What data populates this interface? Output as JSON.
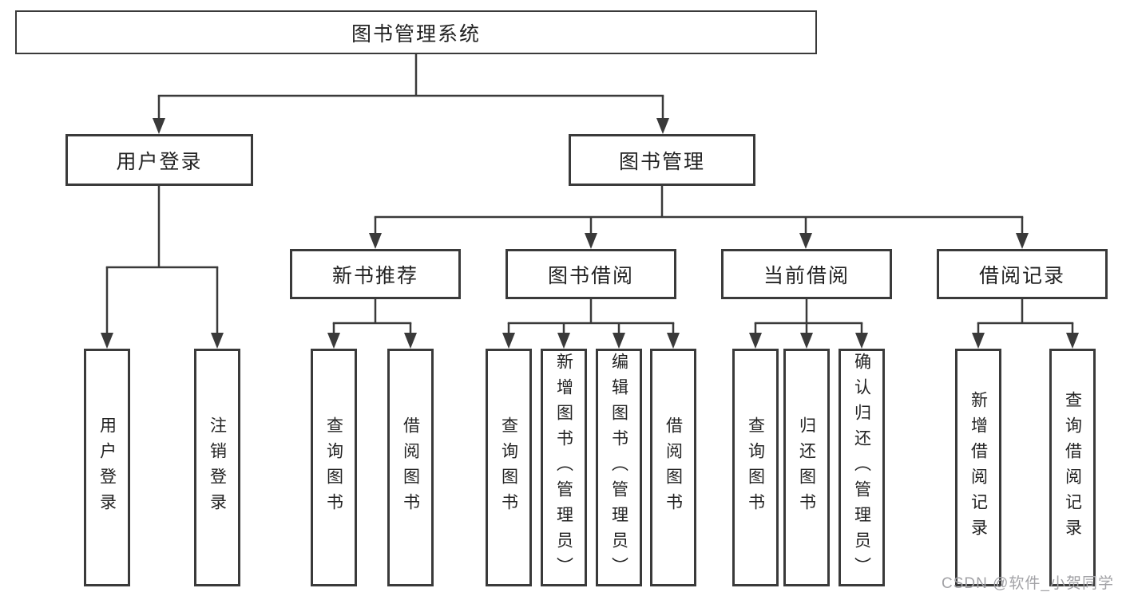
{
  "tree": {
    "label": "图书管理系统",
    "children": [
      {
        "label": "用户登录",
        "children": [
          {
            "label": "用户登录"
          },
          {
            "label": "注销登录"
          }
        ]
      },
      {
        "label": "图书管理",
        "children": [
          {
            "label": "新书推荐",
            "children": [
              {
                "label": "查询图书"
              },
              {
                "label": "借阅图书"
              }
            ]
          },
          {
            "label": "图书借阅",
            "children": [
              {
                "label": "查询图书"
              },
              {
                "label": "新增图书（管理员）"
              },
              {
                "label": "编辑图书（管理员）"
              },
              {
                "label": "借阅图书"
              }
            ]
          },
          {
            "label": "当前借阅",
            "children": [
              {
                "label": "查询图书"
              },
              {
                "label": "归还图书"
              },
              {
                "label": "确认归还（管理员）"
              }
            ]
          },
          {
            "label": "借阅记录",
            "children": [
              {
                "label": "新增借阅记录"
              },
              {
                "label": "查询借阅记录"
              }
            ]
          }
        ]
      }
    ]
  },
  "watermark": {
    "text": "CSDN @软件_小贺同学"
  },
  "colors": {
    "line": "#3a3a3a",
    "text": "#232323",
    "watermark": "#a2a2a6"
  }
}
